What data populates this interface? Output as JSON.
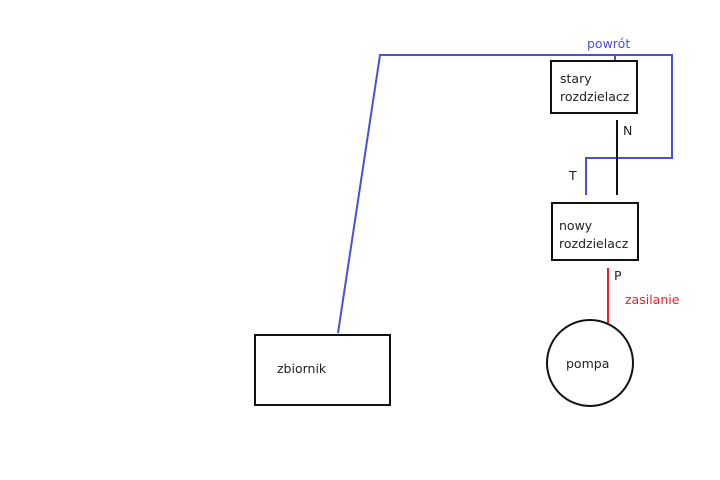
{
  "colors": {
    "return": "#4a4fd6",
    "supply": "#e8202a",
    "line": "#111111"
  },
  "labels": {
    "return": "powrót",
    "old_manifold_1": "stary",
    "old_manifold_2": "rozdzielacz",
    "new_manifold_1": "nowy",
    "new_manifold_2": "rozdzielacz",
    "n": "N",
    "t": "T",
    "p": "P",
    "supply": "zasilanie",
    "tank": "zbiornik",
    "pump": "pompa"
  }
}
